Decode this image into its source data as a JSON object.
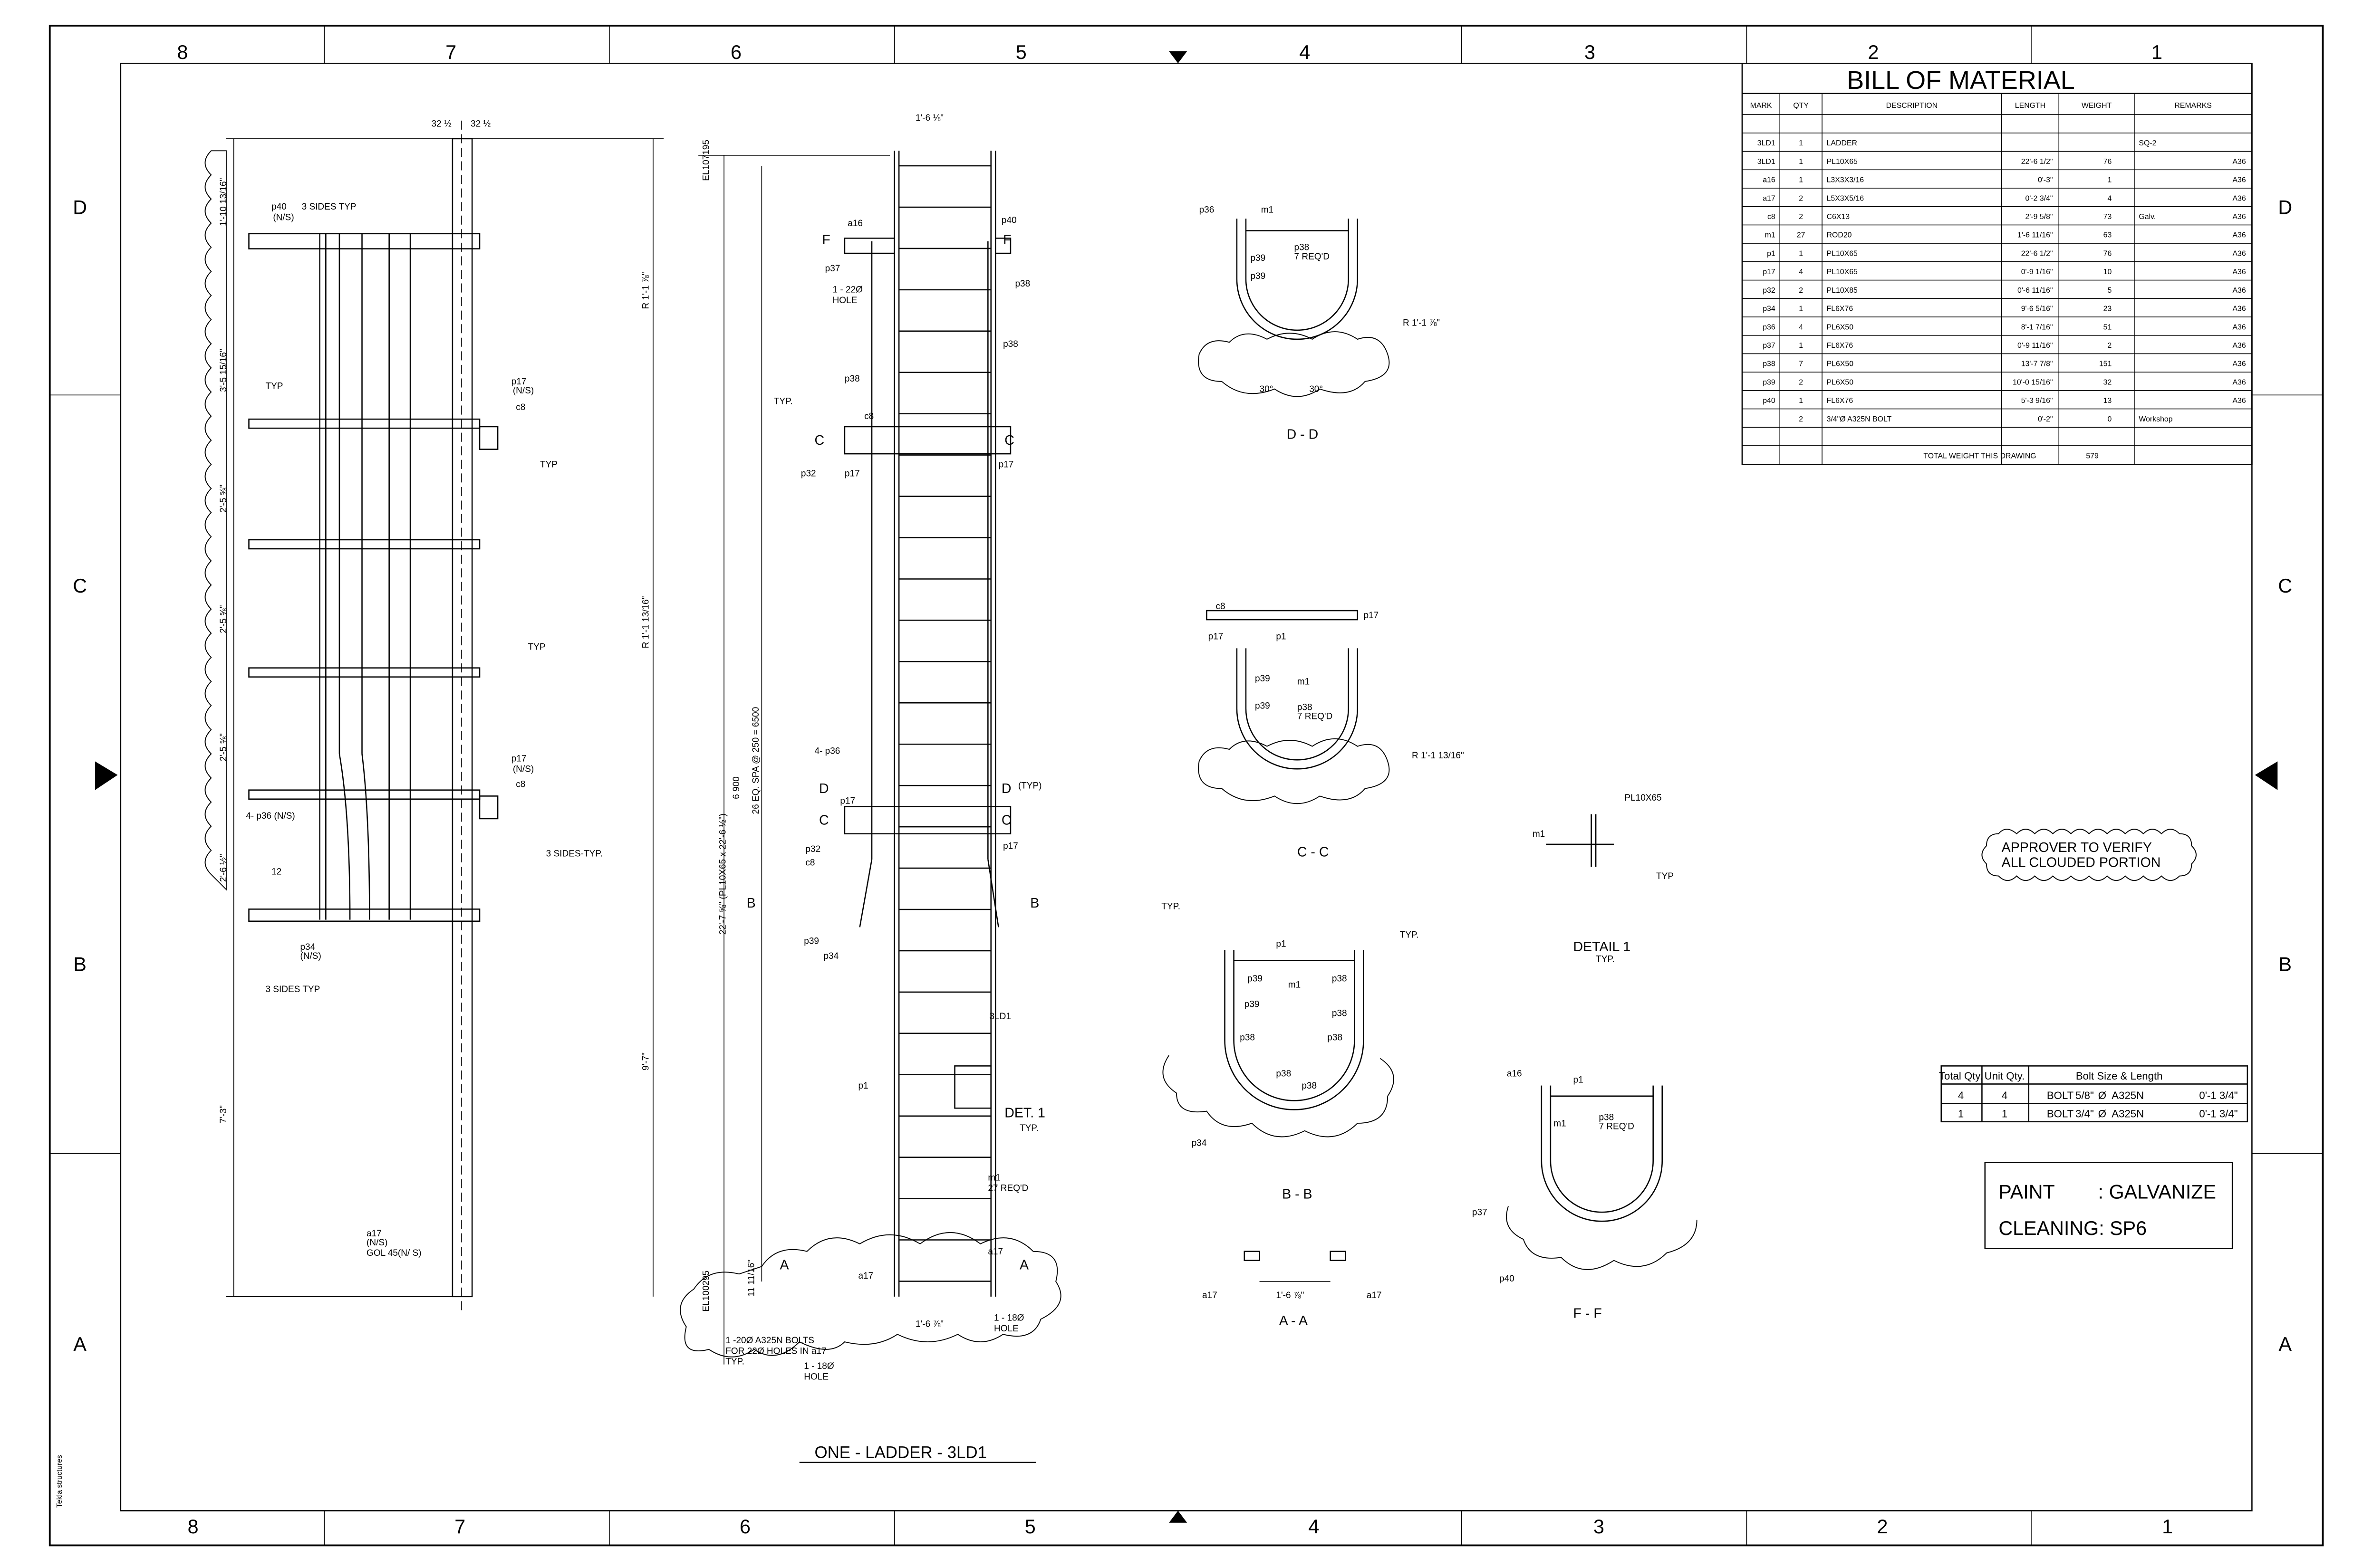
{
  "border": {
    "columns_top": [
      "8",
      "7",
      "6",
      "5",
      "4",
      "3",
      "2",
      "1"
    ],
    "rows": [
      "D",
      "C",
      "B",
      "A"
    ],
    "vendor_mark": "Tekla structures"
  },
  "bom": {
    "title": "BILL OF MATERIAL",
    "headers": [
      "MARK",
      "QTY",
      "DESCRIPTION",
      "LENGTH",
      "WEIGHT",
      "REMARKS"
    ],
    "rows": [
      {
        "mark": "",
        "qty": "",
        "desc": "",
        "length": "",
        "weight": "",
        "remark_left": "",
        "remark_right": ""
      },
      {
        "mark": "3LD1",
        "qty": "1",
        "desc": "LADDER",
        "length": "",
        "weight": "",
        "remark_left": "SQ-2",
        "remark_right": ""
      },
      {
        "mark": "3LD1",
        "qty": "1",
        "desc": "PL10X65",
        "length": "22'-6 1/2\"",
        "weight": "76",
        "remark_left": "",
        "remark_right": "A36"
      },
      {
        "mark": "a16",
        "qty": "1",
        "desc": "L3X3X3/16",
        "length": "0'-3\"",
        "weight": "1",
        "remark_left": "",
        "remark_right": "A36"
      },
      {
        "mark": "a17",
        "qty": "2",
        "desc": "L5X3X5/16",
        "length": "0'-2 3/4\"",
        "weight": "4",
        "remark_left": "",
        "remark_right": "A36"
      },
      {
        "mark": "c8",
        "qty": "2",
        "desc": "C6X13",
        "length": "2'-9 5/8\"",
        "weight": "73",
        "remark_left": "Galv.",
        "remark_right": "A36"
      },
      {
        "mark": "m1",
        "qty": "27",
        "desc": "ROD20",
        "length": "1'-6 11/16\"",
        "weight": "63",
        "remark_left": "",
        "remark_right": "A36"
      },
      {
        "mark": "p1",
        "qty": "1",
        "desc": "PL10X65",
        "length": "22'-6 1/2\"",
        "weight": "76",
        "remark_left": "",
        "remark_right": "A36"
      },
      {
        "mark": "p17",
        "qty": "4",
        "desc": "PL10X65",
        "length": "0'-9 1/16\"",
        "weight": "10",
        "remark_left": "",
        "remark_right": "A36"
      },
      {
        "mark": "p32",
        "qty": "2",
        "desc": "PL10X85",
        "length": "0'-6 11/16\"",
        "weight": "5",
        "remark_left": "",
        "remark_right": "A36"
      },
      {
        "mark": "p34",
        "qty": "1",
        "desc": "FL6X76",
        "length": "9'-6 5/16\"",
        "weight": "23",
        "remark_left": "",
        "remark_right": "A36"
      },
      {
        "mark": "p36",
        "qty": "4",
        "desc": "PL6X50",
        "length": "8'-1 7/16\"",
        "weight": "51",
        "remark_left": "",
        "remark_right": "A36"
      },
      {
        "mark": "p37",
        "qty": "1",
        "desc": "FL6X76",
        "length": "0'-9 11/16\"",
        "weight": "2",
        "remark_left": "",
        "remark_right": "A36"
      },
      {
        "mark": "p38",
        "qty": "7",
        "desc": "PL6X50",
        "length": "13'-7 7/8\"",
        "weight": "151",
        "remark_left": "",
        "remark_right": "A36"
      },
      {
        "mark": "p39",
        "qty": "2",
        "desc": "PL6X50",
        "length": "10'-0 15/16\"",
        "weight": "32",
        "remark_left": "",
        "remark_right": "A36"
      },
      {
        "mark": "p40",
        "qty": "1",
        "desc": "FL6X76",
        "length": "5'-3 9/16\"",
        "weight": "13",
        "remark_left": "",
        "remark_right": "A36"
      },
      {
        "mark": "",
        "qty": "2",
        "desc": "3/4\"Ø A325N BOLT",
        "length": "0'-2\"",
        "weight": "0",
        "remark_left": "Workshop",
        "remark_right": ""
      },
      {
        "mark": "",
        "qty": "",
        "desc": "",
        "length": "",
        "weight": "",
        "remark_left": "",
        "remark_right": ""
      }
    ],
    "total_label": "TOTAL WEIGHT THIS DRAWING",
    "total_weight": "579"
  },
  "bolts": {
    "headers": [
      "Total Qty.",
      "Unit Qty.",
      "Bolt Size & Length"
    ],
    "rows": [
      {
        "total": "4",
        "unit": "4",
        "type": "BOLT",
        "size": "5/8\"",
        "dia": "Ø",
        "grade": "A325N",
        "length": "0'-1 3/4\""
      },
      {
        "total": "1",
        "unit": "1",
        "type": "BOLT",
        "size": "3/4\"",
        "dia": "Ø",
        "grade": "A325N",
        "length": "0'-1 3/4\""
      }
    ]
  },
  "notes": {
    "paint": "PAINT        : GALVANIZE",
    "cleaning": "CLEANING: SP6",
    "approver_line1": "APPROVER TO VERIFY",
    "approver_line2": "ALL CLOUDED PORTION"
  },
  "views": {
    "main_title": "ONE - LADDER - 3LD1",
    "dd": "D - D",
    "cc": "C - C",
    "bb": "B - B",
    "aa": "A - A",
    "ff": "F - F",
    "detail1": "DETAIL  1",
    "detail1_typ": "TYP."
  },
  "labels": {
    "w32a": "32 ½",
    "w32b": "32 ½",
    "d1": "1'-10 13/16\"",
    "d2": "3'-5 15/16\"",
    "d3": "2'-5 ⅝\"",
    "d4": "2'-5 ⅝\"",
    "d5": "2'-5 ⅝\"",
    "d6": "2'-6 ½\"",
    "d7": "7'-3\"",
    "r1": "R 1'-1 ⅞\"",
    "r2": "R 1'-1 13/16\"",
    "r3": "9'-7\"",
    "p40ns": "p40",
    "ns": "(N/S)",
    "sides3": "3 SIDES TYP",
    "typ": "TYP",
    "p17ns": "p17",
    "c8": "c8",
    "p36ns": "4- p36 (N/S)",
    "p34ns": "p34",
    "sides3typ": "3 SIDES TYP",
    "sides3b": "3 SIDES-TYP.",
    "a17ns": "a17",
    "gol": "GOL 45(N/ S)",
    "n12": "12",
    "typdot": "TYP.",
    "el1": "EL107195",
    "el2": "EL100295",
    "w186": "1'-6 ⅛\"",
    "w186b": "1'-6 ⅞\"",
    "a16": "a16",
    "p37": "p37",
    "hole22": "1 - 22Ø",
    "hole": "HOLE",
    "p40": "p40",
    "p38": "p38",
    "p32": "p32",
    "p17": "p17",
    "p36": "4- p36",
    "p39": "p39",
    "p34": "p34",
    "ld": "3LD1",
    "p1": "p1",
    "det1": "DET. 1",
    "m1": "m1",
    "m1req": "27 REQ'D",
    "a17": "a17",
    "bolts1": "1 -20Ø  A325N  BOLTS",
    "bolts2": "FOR 22Ø HOLES IN a17",
    "hole18": "1 - 18Ø",
    "bigdim": "22'-7 ⅝\" (PL10X65 x 22'-6  ½\")",
    "eqspa": "26 EQ. SPA @  250 = 6500",
    "d6900": "6 900",
    "d1111": "11 11/16\"",
    "sF": "F",
    "sC": "C",
    "sD": "D",
    "sB": "B",
    "sA": "A",
    "typp": "(TYP)",
    "p38req": "7 REQ'D",
    "p36s": "p36",
    "a30": "30°",
    "pl10x65": "PL10X65",
    "m1d": "m1"
  }
}
